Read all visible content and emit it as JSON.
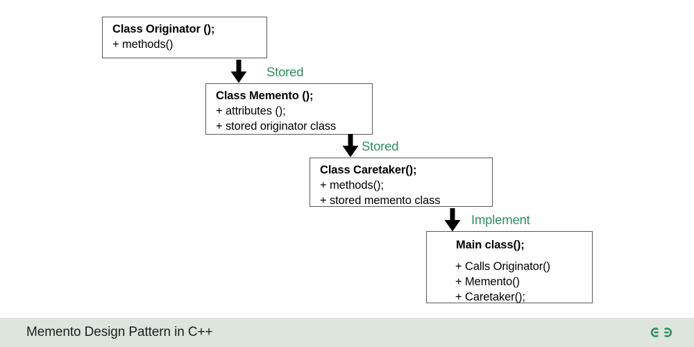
{
  "diagram": {
    "type": "flowchart",
    "title": "Memento Design Pattern in C++",
    "accent_color": "#2e9160",
    "box_border_color": "#585858",
    "background_color": "#ffffff",
    "nodes": [
      {
        "id": "originator",
        "title": "Class Originator ();",
        "members": [
          "+ methods()"
        ]
      },
      {
        "id": "memento",
        "title": "Class Memento ();",
        "members": [
          "+ attributes ();",
          "+ stored originator class"
        ]
      },
      {
        "id": "caretaker",
        "title": "Class Caretaker();",
        "members": [
          "+ methods();",
          "+ stored memento class"
        ]
      },
      {
        "id": "main",
        "title": "Main class();",
        "members": [
          "+ Calls Originator()",
          "+ Memento()",
          "+ Caretaker();"
        ]
      }
    ],
    "edges": [
      {
        "id": "edge-1",
        "from": "originator",
        "to": "memento",
        "label": "Stored",
        "arrow": "down-arrow-icon"
      },
      {
        "id": "edge-2",
        "from": "memento",
        "to": "caretaker",
        "label": "Stored",
        "arrow": "down-arrow-icon"
      },
      {
        "id": "edge-3",
        "from": "caretaker",
        "to": "main",
        "label": "Implement",
        "arrow": "down-arrow-icon"
      }
    ]
  },
  "footer": {
    "title": "Memento Design Pattern in C++",
    "logo_name": "geeksforgeeks-logo",
    "background_color": "#dde5dd",
    "logo_color": "#2f8d5e"
  }
}
